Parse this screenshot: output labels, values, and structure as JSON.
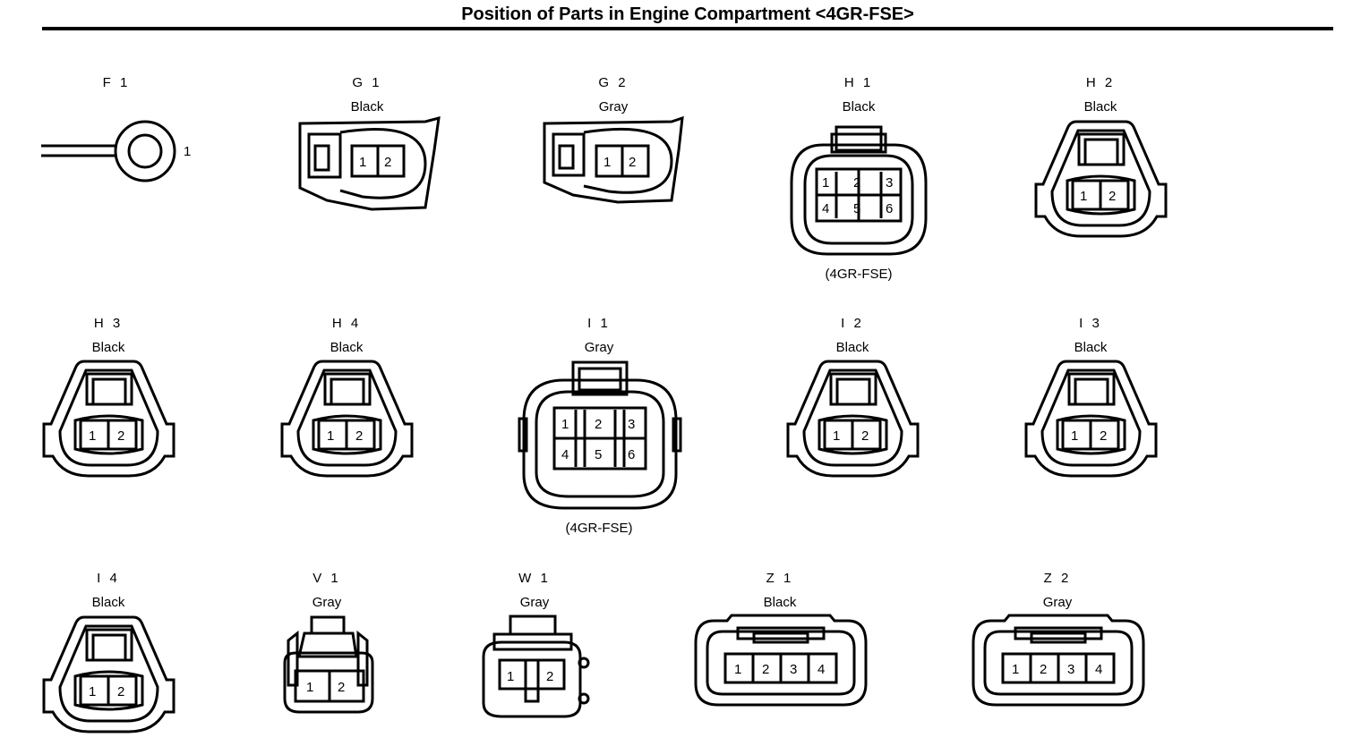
{
  "title": "Position of Parts in Engine Compartment <4GR-FSE>",
  "connectors": [
    {
      "id": "F 1",
      "color": "",
      "pins": [
        "1"
      ],
      "note": ""
    },
    {
      "id": "G 1",
      "color": "Black",
      "pins": [
        "1",
        "2"
      ],
      "note": ""
    },
    {
      "id": "G 2",
      "color": "Gray",
      "pins": [
        "1",
        "2"
      ],
      "note": ""
    },
    {
      "id": "H 1",
      "color": "Black",
      "pins": [
        "1",
        "2",
        "3",
        "4",
        "5",
        "6"
      ],
      "note": "(4GR-FSE)"
    },
    {
      "id": "H 2",
      "color": "Black",
      "pins": [
        "1",
        "2"
      ],
      "note": ""
    },
    {
      "id": "H 3",
      "color": "Black",
      "pins": [
        "1",
        "2"
      ],
      "note": ""
    },
    {
      "id": "H 4",
      "color": "Black",
      "pins": [
        "1",
        "2"
      ],
      "note": ""
    },
    {
      "id": "I 1",
      "color": "Gray",
      "pins": [
        "1",
        "2",
        "3",
        "4",
        "5",
        "6"
      ],
      "note": "(4GR-FSE)"
    },
    {
      "id": "I 2",
      "color": "Black",
      "pins": [
        "1",
        "2"
      ],
      "note": ""
    },
    {
      "id": "I 3",
      "color": "Black",
      "pins": [
        "1",
        "2"
      ],
      "note": ""
    },
    {
      "id": "I 4",
      "color": "Black",
      "pins": [
        "1",
        "2"
      ],
      "note": ""
    },
    {
      "id": "V 1",
      "color": "Gray",
      "pins": [
        "1",
        "2"
      ],
      "note": ""
    },
    {
      "id": "W 1",
      "color": "Gray",
      "pins": [
        "1",
        "2"
      ],
      "note": ""
    },
    {
      "id": "Z 1",
      "color": "Black",
      "pins": [
        "1",
        "2",
        "3",
        "4"
      ],
      "note": ""
    },
    {
      "id": "Z 2",
      "color": "Gray",
      "pins": [
        "1",
        "2",
        "3",
        "4"
      ],
      "note": ""
    }
  ]
}
